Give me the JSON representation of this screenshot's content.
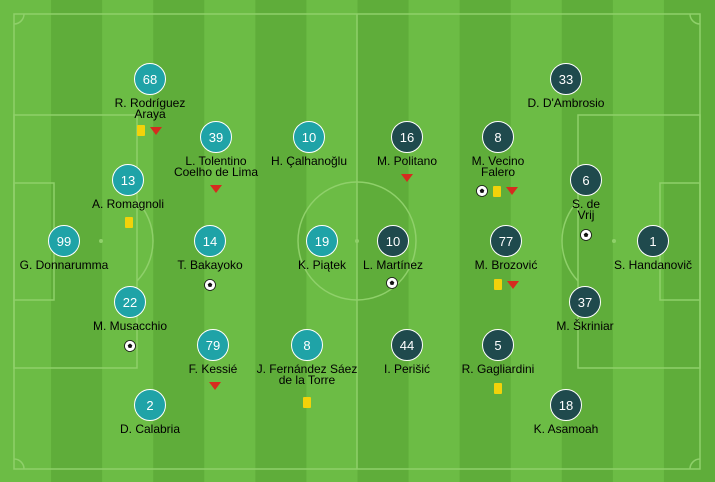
{
  "colors": {
    "home": "#1fa3a7",
    "away": "#1f4a4d",
    "pitch_light": "#6cbc45",
    "pitch_dark": "#5fad3a"
  },
  "home": {
    "players": [
      {
        "number": "68",
        "name": "R. Rodríguez\nAraya",
        "events": [
          "yellow-card",
          "sub-off"
        ]
      },
      {
        "number": "13",
        "name": "A. Romagnoli",
        "events": [
          "yellow-card"
        ]
      },
      {
        "number": "99",
        "name": "G. Donnarumma",
        "events": []
      },
      {
        "number": "22",
        "name": "M. Musacchio",
        "events": [
          "goal"
        ]
      },
      {
        "number": "2",
        "name": "D. Calabria",
        "events": []
      },
      {
        "number": "39",
        "name": "L. Tolentino\nCoelho de Lima",
        "events": [
          "sub-off"
        ]
      },
      {
        "number": "14",
        "name": "T. Bakayoko",
        "events": [
          "goal"
        ]
      },
      {
        "number": "79",
        "name": "F. Kessié",
        "events": [
          "sub-off"
        ]
      },
      {
        "number": "10",
        "name": "H. Çalhanoğlu",
        "events": []
      },
      {
        "number": "19",
        "name": "K. Piątek",
        "events": []
      },
      {
        "number": "8",
        "name": "J. Fernández Sáez\nde la Torre",
        "events": [
          "yellow-card"
        ]
      }
    ]
  },
  "away": {
    "players": [
      {
        "number": "33",
        "name": "D. D'Ambrosio",
        "events": []
      },
      {
        "number": "16",
        "name": "M. Politano",
        "events": [
          "sub-off"
        ]
      },
      {
        "number": "8",
        "name": "M. Vecino\nFalero",
        "events": [
          "goal",
          "yellow-card",
          "sub-off"
        ]
      },
      {
        "number": "6",
        "name": "S. de\nVrij",
        "events": [
          "goal"
        ]
      },
      {
        "number": "10",
        "name": "L. Martínez",
        "events": [
          "goal"
        ]
      },
      {
        "number": "77",
        "name": "M. Brozović",
        "events": [
          "yellow-card",
          "sub-off"
        ]
      },
      {
        "number": "1",
        "name": "S. Handanovič",
        "events": []
      },
      {
        "number": "37",
        "name": "M. Škriniar",
        "events": []
      },
      {
        "number": "44",
        "name": "I. Perišić",
        "events": []
      },
      {
        "number": "5",
        "name": "R. Gagliardini",
        "events": [
          "yellow-card"
        ]
      },
      {
        "number": "18",
        "name": "K. Asamoah",
        "events": []
      }
    ]
  }
}
